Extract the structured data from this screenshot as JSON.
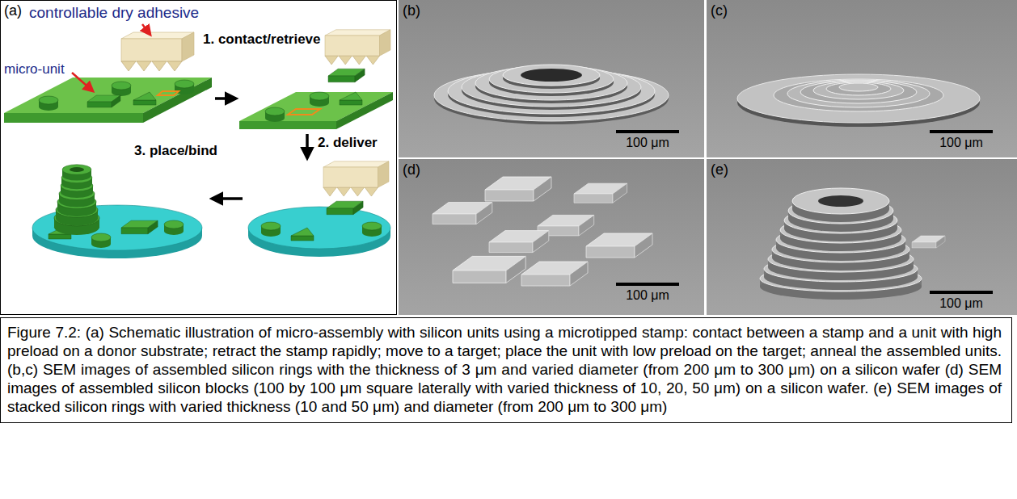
{
  "diagram": {
    "caption": "Figure 7.2: (a) Schematic illustration of micro-assembly with silicon units using a microtipped stamp: contact between a stamp and a unit with high preload on a donor substrate; retract the stamp rapidly; move to a target; place the unit with low preload on the target; anneal the assembled units. (b,c) SEM images of assembled silicon rings with the thickness of 3 μm and varied diameter (from 200 μm to 300 μm) on a silicon wafer (d) SEM images of assembled silicon blocks (100 by 100 μm square laterally with varied thickness of 10, 20, 50 μm) on a silicon wafer. (e) SEM images of stacked silicon rings with varied thickness (10 and 50 μm) and diameter (from 200 μm to 300 μm)",
    "nodes": [
      {
        "text": [
          "(a)",
          "controllable dry adhesive",
          "1. contact/retrieve",
          "micro-unit",
          "2. deliver",
          "3. place/bind"
        ]
      },
      {
        "text": [
          "(b)",
          "100 μm"
        ]
      },
      {
        "text": [
          "(c)",
          "100 μm"
        ]
      },
      {
        "text": [
          "(d)",
          "100 μm"
        ]
      },
      {
        "text": [
          "(e)",
          "100 μm"
        ]
      }
    ]
  }
}
